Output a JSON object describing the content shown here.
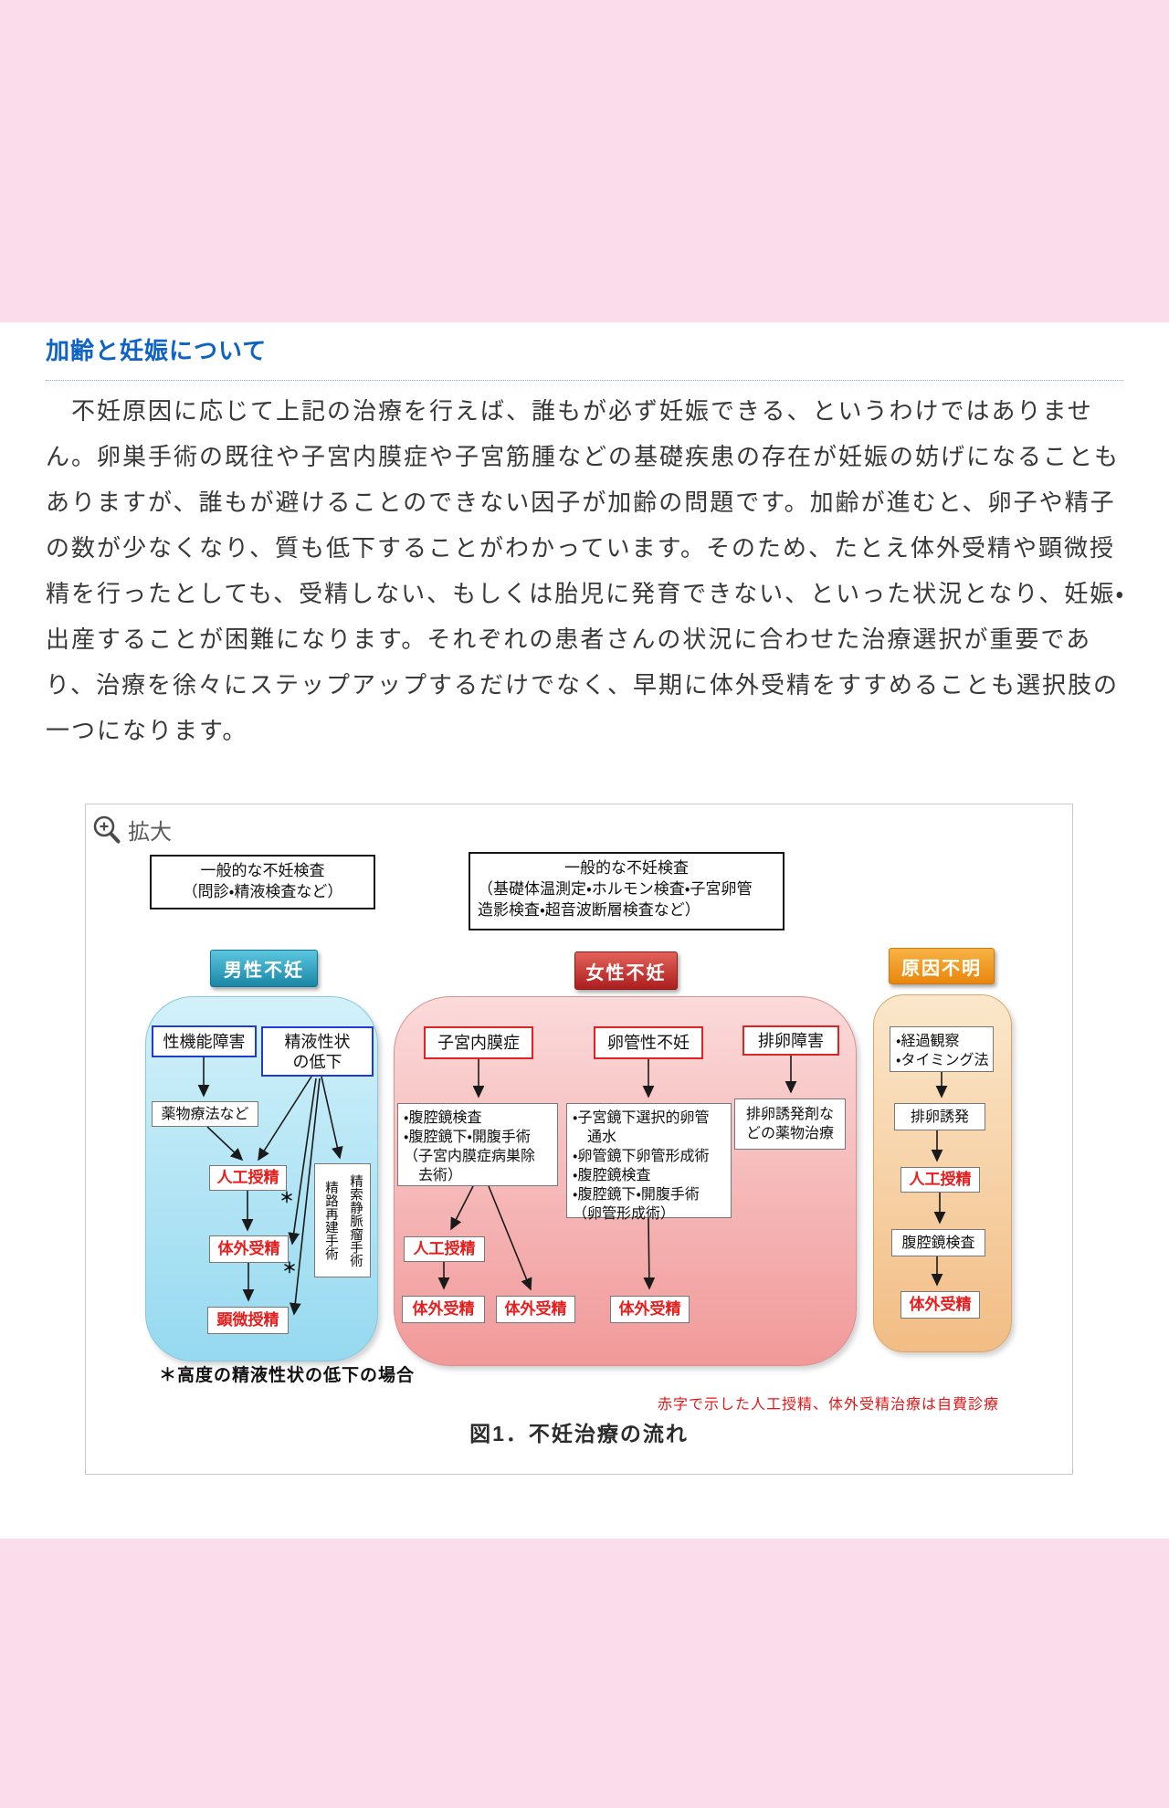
{
  "article": {
    "heading": "加齢と妊娠について",
    "paragraph": "　不妊原因に応じて上記の治療を行えば、誰もが必ず妊娠できる、というわけではありません。卵巣手術の既往や子宮内膜症や子宮筋腫などの基礎疾患の存在が妊娠の妨げになることもありますが、誰もが避けることのできない因子が加齢の問題です。加齢が進むと、卵子や精子の数が少なくなり、質も低下することがわかっています。そのため、たとえ体外受精や顕微授精を行ったとしても、受精しない、もしくは胎児に発育できない、といった状況となり、妊娠・出産することが困難になります。それぞれの患者さんの状況に合わせた治療選択が重要であり、治療を徐々にステップアップするだけでなく、早期に体外受精をすすめることも選択肢の一つになります。"
  },
  "figure": {
    "zoom_label": "拡大",
    "caption": "図1．不妊治療の流れ",
    "red_note": "赤字で示した人工授精、体外受精治療は自費診療",
    "footnote": "＊高度の精液性状の低下の場合",
    "asterisk": "＊",
    "general_male": {
      "title": "一般的な不妊検査",
      "detail": "（問診・精液検査など）"
    },
    "general_female": {
      "title": "一般的な不妊検査",
      "detail": "（基礎体温測定・ホルモン検査・子宮卵管\n造影検査・超音波断層検査など）"
    },
    "headers": {
      "male": "男性不妊",
      "female": "女性不妊",
      "unknown": "原因不明"
    },
    "male": {
      "cause_sexual": "性機能障害",
      "cause_semen": "精液性状\nの低下",
      "drug": "薬物療法など",
      "aih": "人工授精",
      "ivf": "体外受精",
      "icsi": "顕微授精",
      "surgery": "精索静脈瘤手術\n精路再建手術"
    },
    "female": {
      "cause_endometriosis": "子宮内膜症",
      "cause_tubal": "卵管性不妊",
      "cause_ovulation": "排卵障害",
      "treat_endometriosis": "・腹腔鏡検査\n・腹腔鏡下・開腹手術\n（子宮内膜症病巣除\n　去術）",
      "treat_tubal": "・子宮鏡下選択的卵管\n　通水\n・卵管鏡下卵管形成術\n・腹腔鏡検査\n・腹腔鏡下・開腹手術\n（卵管形成術）",
      "treat_ovulation": "排卵誘発剤な\nどの薬物治療",
      "aih": "人工授精",
      "ivf_left": "体外受精",
      "ivf_mid": "体外受精",
      "ivf_right": "体外受精"
    },
    "unknown": {
      "observe": "・経過観察\n・タイミング法",
      "induction": "排卵誘発",
      "aih": "人工授精",
      "laparoscopy": "腹腔鏡検査",
      "ivf": "体外受精"
    }
  },
  "colors": {
    "page_bg": "#fbdcea",
    "heading_blue": "#0f63c4",
    "red_text": "#e81e1e",
    "male_header": "#1f94b4",
    "female_header": "#c02828",
    "unknown_header": "#ec8d14"
  }
}
